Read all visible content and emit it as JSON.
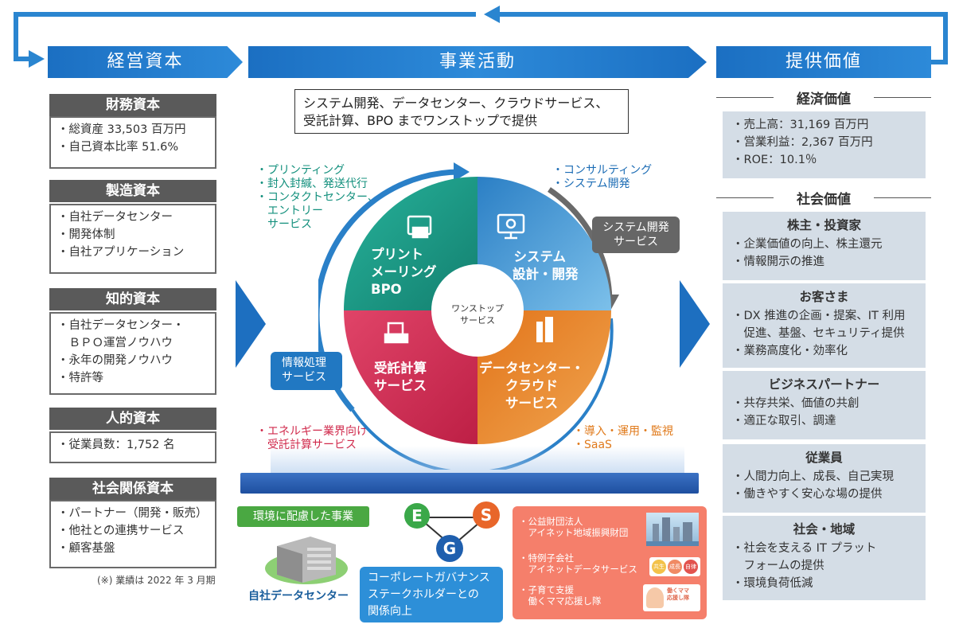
{
  "headers": {
    "left": "経営資本",
    "middle": "事業活動",
    "right": "提供価値"
  },
  "capitals": [
    {
      "title": "財務資本",
      "items": [
        "・総資産 33,503 百万円",
        "・自己資本比率 51.6%"
      ]
    },
    {
      "title": "製造資本",
      "items": [
        "・自社データセンター",
        "・開発体制",
        "・自社アプリケーション"
      ]
    },
    {
      "title": "知的資本",
      "items": [
        "・自社データセンター・",
        "　ＢＰＯ運営ノウハウ",
        "・永年の開発ノウハウ",
        "・特許等"
      ]
    },
    {
      "title": "人的資本",
      "items": [
        "・従業員数：1,752 名"
      ]
    },
    {
      "title": "社会関係資本",
      "items": [
        "・パートナー（開発・販売）",
        "・他社との連携サービス",
        "・顧客基盤"
      ]
    }
  ],
  "footnote": "(※) 業績は 2022 年 3 月期",
  "business": {
    "summary_line1": "システム開発、データセンター、クラウドサービス、",
    "summary_line2": "受託計算、BPO までワンストップで提供",
    "center": [
      "ワンストップ",
      "サービス"
    ],
    "segments": {
      "print": [
        "プリント",
        "メーリング",
        "BPO"
      ],
      "system": [
        "システム",
        "設計・開発"
      ],
      "contract": [
        "受託計算",
        "サービス"
      ],
      "datacenter": [
        "データセンター・",
        "クラウド",
        "サービス"
      ]
    },
    "notes": {
      "top_left": [
        "・プリンティング",
        "・封入封緘、発送代行",
        "・コンタクトセンター、",
        "　エントリー",
        "　サービス"
      ],
      "top_right": [
        "・コンサルティング",
        "・システム開発"
      ],
      "bottom_left": [
        "・エネルギー業界向け",
        "　受託計算サービス"
      ],
      "bottom_right": [
        "・導入・運用・監視",
        "・SaaS"
      ]
    },
    "system_dev_badge": [
      "システム開発",
      "サービス"
    ],
    "info_badge": [
      "情報処理",
      "サービス"
    ],
    "env_label": "環境に配慮した事業",
    "datacenter_label": "自社データセンター",
    "esg": {
      "e": "E",
      "s": "S",
      "g": "G"
    },
    "governance": [
      "コーポレートガバナンス",
      "ステークホルダーとの",
      "関係向上"
    ],
    "social": [
      {
        "line1": "・公益財団法人",
        "line2": "　アイネット地域振興財団"
      },
      {
        "line1": "・特例子会社",
        "line2": "　アイネットデータサービス",
        "tags": [
          "共生",
          "成長",
          "自律"
        ]
      },
      {
        "line1": "・子育て支援",
        "line2": "　働くママ応援し隊",
        "tags": [
          "働くママ",
          "応援し隊"
        ]
      }
    ]
  },
  "values": {
    "economic_title": "経済価値",
    "economic": [
      "・売上高：31,169 百万円",
      "・営業利益：2,367 百万円",
      "・ROE：10.1％"
    ],
    "social_title": "社会価値",
    "groups": [
      {
        "title": "株主・投資家",
        "items": [
          "・企業価値の向上、株主還元",
          "・情報開示の推進"
        ]
      },
      {
        "title": "お客さま",
        "items": [
          "・DX 推進の企画・提案、IT 利用",
          "　促進、基盤、セキュリティ提供",
          "・業務高度化・効率化"
        ]
      },
      {
        "title": "ビジネスパートナー",
        "items": [
          "・共存共栄、価値の共創",
          "・適正な取引、調達"
        ]
      },
      {
        "title": "従業員",
        "items": [
          "・人間力向上、成長、自己実現",
          "・働きやすく安心な場の提供"
        ]
      },
      {
        "title": "社会・地域",
        "items": [
          "・社会を支える IT プラット",
          "　フォームの提供",
          "・環境負荷低減"
        ]
      }
    ]
  },
  "colors": {
    "brand_blue": "#1b6fc2",
    "teal": "#1a9a86",
    "blue": "#3a8fd0",
    "red": "#d8365a",
    "orange": "#e8821f",
    "grey": "#5a5a5a"
  }
}
